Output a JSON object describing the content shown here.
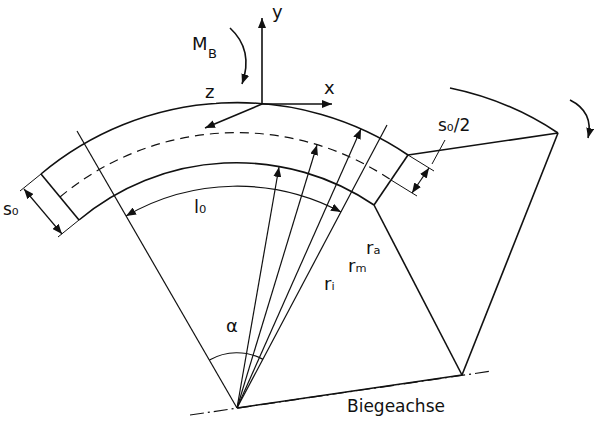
{
  "diagram": {
    "labels": [
      "y",
      "M",
      "B",
      "s₀/2",
      "x",
      "z",
      "s₀",
      "l₀",
      "rᵢ",
      "rₘ",
      "rₐ",
      "α",
      "Biegeachse"
    ]
  }
}
